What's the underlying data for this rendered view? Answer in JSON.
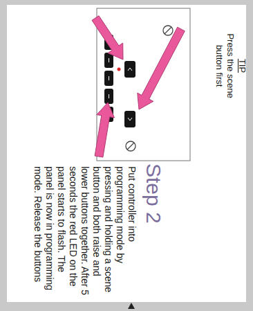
{
  "diagram": {
    "title": "Step 2",
    "labels": [
      "Put controller into programming mode by pressing and holding a scene button and both raise and lower buttons together. After 5 seconds the red LED on the panel starts to flash. The panel is now in programming mode. Release the buttons",
      "TIP",
      "Press the scene button first"
    ]
  }
}
